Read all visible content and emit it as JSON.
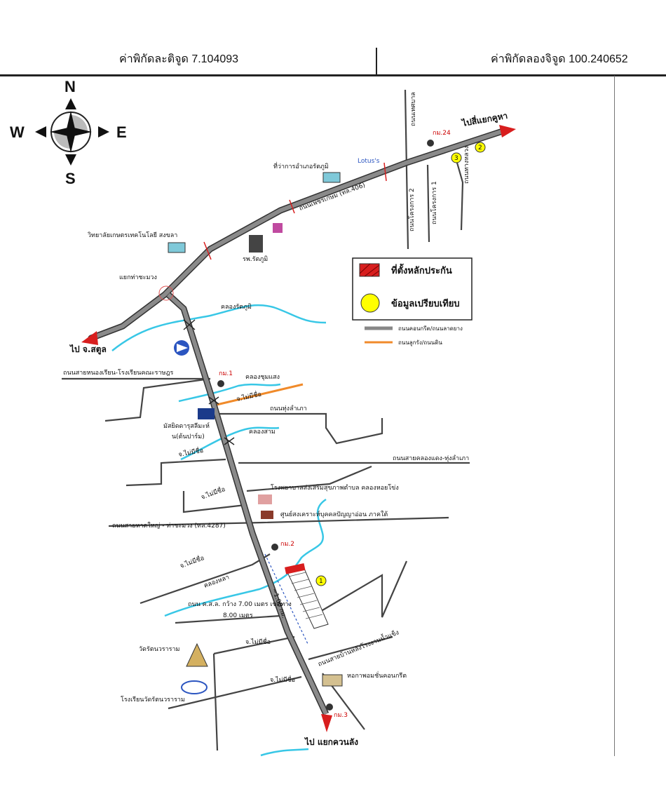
{
  "header": {
    "latitude": "ค่าพิกัดละติจูด 7.104093",
    "longitude": "ค่าพิกัดลองจิจูด 100.240652"
  },
  "compass": {
    "n": "N",
    "s": "S",
    "e": "E",
    "w": "W"
  },
  "legend": {
    "marker_label": "ที่ตั้งหลักประกัน",
    "compare_label": "ข้อมูลเปรียบเทียบ",
    "road_concrete_label": "ถนนคอนกรีต/ถนนลาดยาง",
    "road_dirt_label": "ถนนลูกรัง/ถนนดิน",
    "marker_color": "#d81e1e",
    "compare_color": "#ffff00"
  },
  "labels": {
    "to_hatyai": "ไปสี่แยกคูหา",
    "to_satun": "ไป จ.สตูล",
    "to_khuanlang": "ไป แยกควนลัง",
    "district_office": "ที่ว่าการอำเภอรัตภูมิ",
    "lotus": "Lotus's",
    "main_road": "ถนนเพชรเกษม (ทล.406)",
    "hospital": "รพ.รัตภูมิ",
    "college": "วิทยาลัยเกษตรเทคโนโลยี สงขลา",
    "junction": "แยกท่าชะมวง",
    "canal_rattaphum": "คลองรัตภูมิ",
    "road_school": "ถนนสายหนองเรียน-โรงเรียนคณะราษฎร",
    "km1": "กม.1",
    "canal_samsae": "คลองชุมแสง",
    "soi": "จ.ไม่มีชื่อ",
    "road_khuphang": "ถนนทุ่งลำเภา",
    "mosque": "มัสยิดดารุสลีมะห์",
    "mosque2": "น(ต้นปาร์ม)",
    "canal_sam": "คลองสาม",
    "road_klongdaeng": "ถนนสายคลองแดง-ทุ่งลำเภา",
    "health_center": "โรงพยาบาลส่งเสริมสุขภาพตำบล คลองหอยโข่ง",
    "welfare": "ศูนย์สงเคราะห์บุคคลปัญญาอ่อน ภาคใต้",
    "road_4287": "ถนนสายหาดใหญ่ - ท่าชะมวง (ทล.4287)",
    "km2": "กม.2",
    "canal_khlongdaeng": "คลองหลา",
    "road_width": "ถนน ค.ส.ล. กว้าง 7.00 เมตร เขตทาง",
    "road_width2": "8.00 เมตร",
    "distance": "~1.00 กม.",
    "temple": "วัดรัตนวราราม",
    "temple_school": "โรงเรียนวัดรัตนวราราม",
    "road_banlang": "ถนนสายบ้านหลังโรงงานน้ำแข็ง",
    "dorm": "หอกาพอมชั่นคอนกรีต",
    "km3": "กม.3",
    "km24": "กม.24",
    "soi_right1": "ถนนโครงการ 2",
    "soi_right2": "ถนนโครงการ 1",
    "soi_right3": "ถนนทางหลวง",
    "soi_top": "ถนนเทศบาล",
    "c1": "1",
    "c2": "2",
    "c3": "3"
  }
}
